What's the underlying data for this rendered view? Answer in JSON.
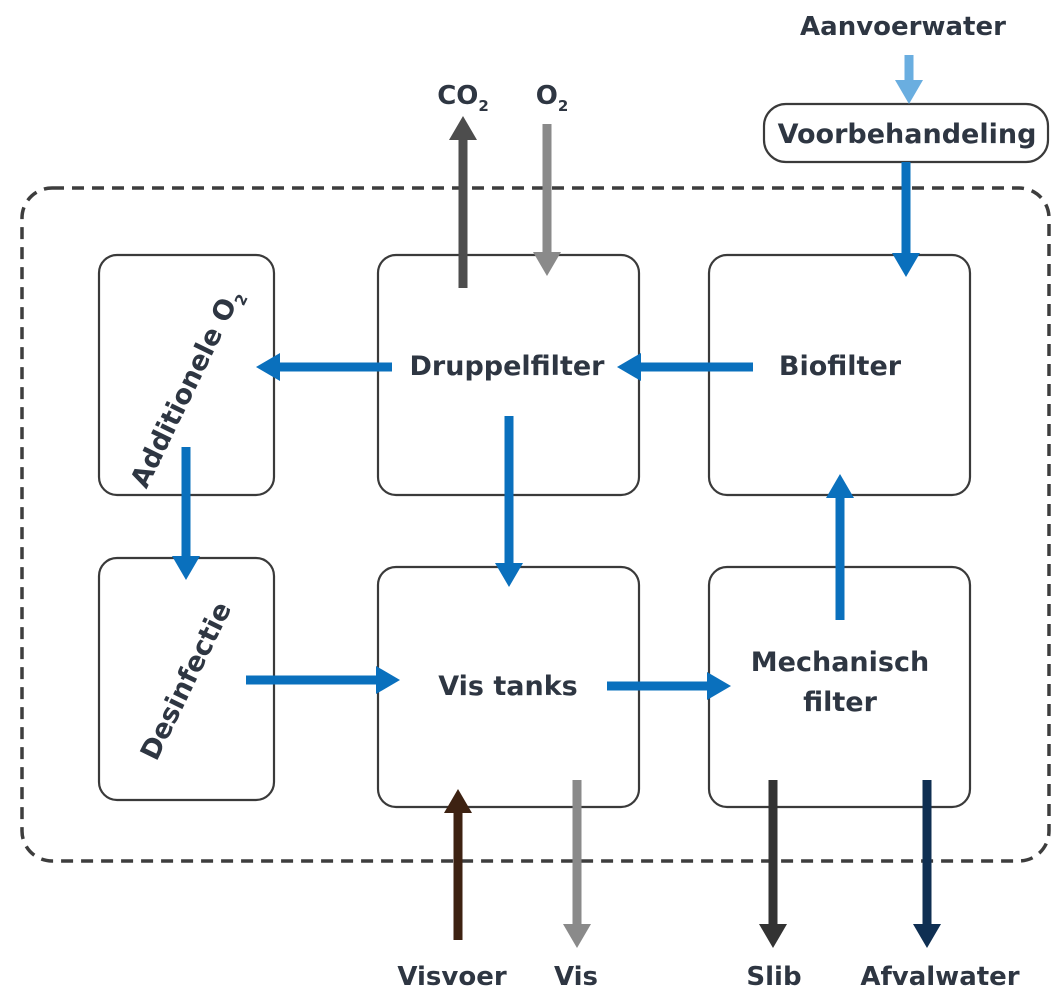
{
  "diagram": {
    "nodes": {
      "pretreatment": "Voorbehandeling",
      "trickling_filter": "Druppelfilter",
      "biofilter": "Biofilter",
      "additional_o2": {
        "text": "Additionele O",
        "subscript": "2"
      },
      "disinfection": "Desinfectie",
      "fish_tanks": "Vis tanks",
      "mechanical_filter": {
        "line1": "Mechanisch",
        "line2": "filter"
      }
    },
    "io_labels": {
      "supply_water": "Aanvoerwater",
      "co2": {
        "text": "CO",
        "subscript": "2"
      },
      "o2": {
        "text": "O",
        "subscript": "2"
      },
      "fish_feed": "Visvoer",
      "fish": "Vis",
      "sludge": "Slib",
      "waste_water": "Afvalwater"
    },
    "flows": [
      {
        "from": "Aanvoerwater",
        "to": "Voorbehandeling"
      },
      {
        "from": "Voorbehandeling",
        "to": "Biofilter"
      },
      {
        "from": "Biofilter",
        "to": "Druppelfilter"
      },
      {
        "from": "Druppelfilter",
        "to": "Additionele O2"
      },
      {
        "from": "Druppelfilter",
        "to": "Vis tanks"
      },
      {
        "from": "Druppelfilter",
        "to": "CO2"
      },
      {
        "from": "O2",
        "to": "Druppelfilter"
      },
      {
        "from": "Additionele O2",
        "to": "Desinfectie"
      },
      {
        "from": "Desinfectie",
        "to": "Vis tanks"
      },
      {
        "from": "Vis tanks",
        "to": "Mechanisch filter"
      },
      {
        "from": "Mechanisch filter",
        "to": "Biofilter"
      },
      {
        "from": "Visvoer",
        "to": "Vis tanks"
      },
      {
        "from": "Vis tanks",
        "to": "Vis"
      },
      {
        "from": "Mechanisch filter",
        "to": "Slib"
      },
      {
        "from": "Mechanisch filter",
        "to": "Afvalwater"
      }
    ],
    "colors": {
      "water_flow": "#0a70bd",
      "supply_flow": "#6aaee0",
      "co2_flow": "#4d4d4d",
      "o2_flow": "#8a8a8a",
      "feed_flow": "#3d2212",
      "fish_flow": "#8a8a8a",
      "sludge_flow": "#333333",
      "waste_flow": "#0f2f52",
      "text": "#2e3642",
      "box_border": "#3a3a3a"
    }
  }
}
